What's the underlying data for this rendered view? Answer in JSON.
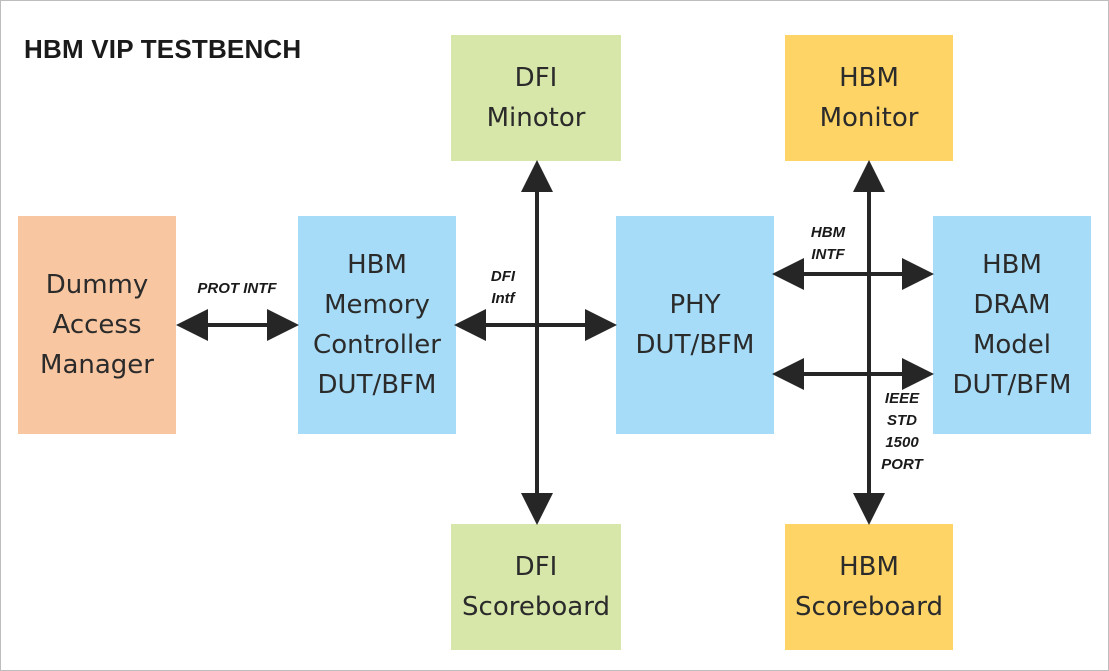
{
  "title": "HBM VIP TESTBENCH",
  "colors": {
    "dummy": "#f8c6a0",
    "dut_blue": "#a6dcf7",
    "dfi_green": "#d7e7a9",
    "hbm_yellow": "#fdd465",
    "arrow": "#262626"
  },
  "boxes": {
    "dummy": [
      "Dummy",
      "Access",
      "Manager"
    ],
    "controller": [
      "HBM",
      "Memory",
      "Controller",
      "DUT/BFM"
    ],
    "dfi_monitor": [
      "DFI",
      "Minotor"
    ],
    "dfi_scoreboard": [
      "DFI",
      "Scoreboard"
    ],
    "phy": [
      "PHY",
      "DUT/BFM"
    ],
    "hbm_monitor": [
      "HBM",
      "Monitor"
    ],
    "hbm_scoreboard": [
      "HBM",
      "Scoreboard"
    ],
    "dram": [
      "HBM",
      "DRAM",
      "Model",
      "DUT/BFM"
    ]
  },
  "labels": {
    "prot_intf": "PROT INTF",
    "dfi_intf": [
      "DFI",
      "Intf"
    ],
    "hbm_intf": [
      "HBM",
      "INTF"
    ],
    "ieee_port": [
      "IEEE",
      "STD",
      "1500",
      "PORT"
    ]
  }
}
